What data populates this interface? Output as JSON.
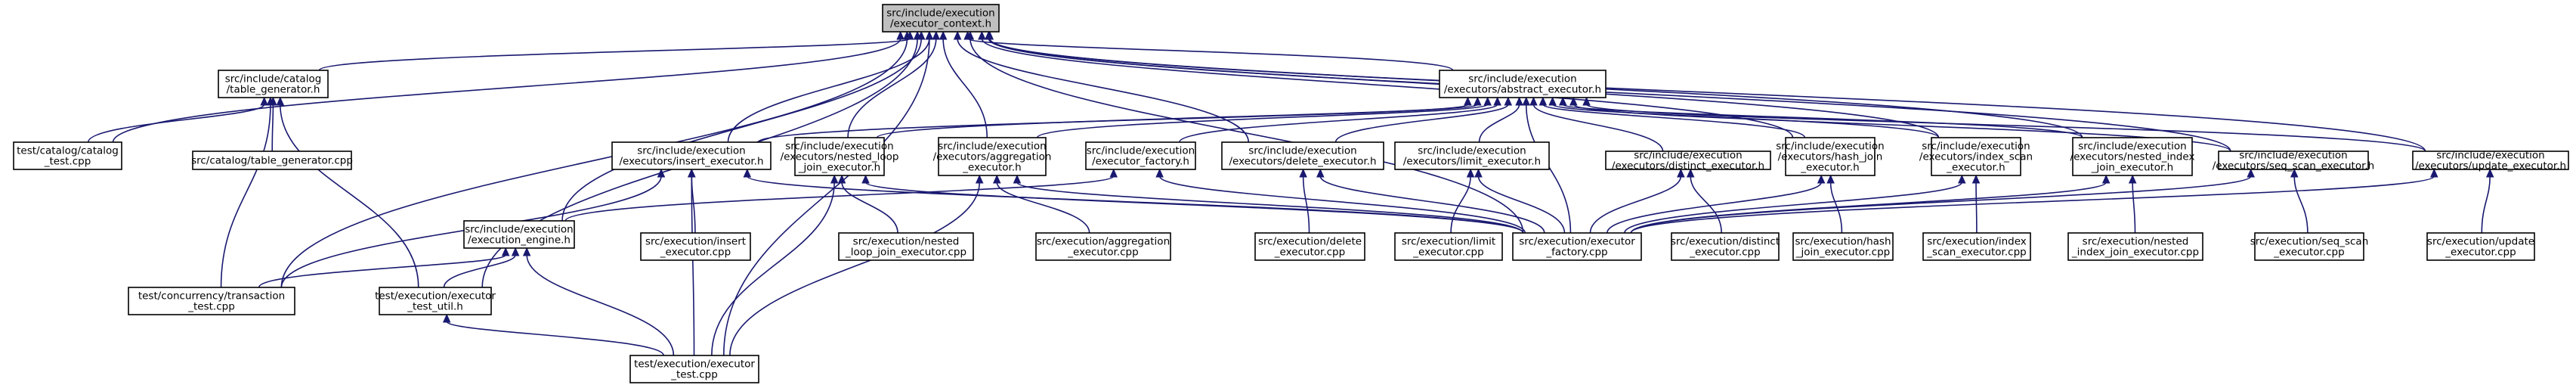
{
  "nodes": [
    {
      "id": "ctx",
      "lines": [
        "src/include/execution",
        "/executor_context.h"
      ],
      "root": true
    },
    {
      "id": "tgen",
      "lines": [
        "src/include/catalog",
        "/table_generator.h"
      ]
    },
    {
      "id": "absexec",
      "lines": [
        "src/include/execution",
        "/executors/abstract_executor.h"
      ]
    },
    {
      "id": "cattest",
      "lines": [
        "test/catalog/catalog",
        "_test.cpp"
      ]
    },
    {
      "id": "tgencpp",
      "lines": [
        "src/catalog/table_generator.cpp"
      ]
    },
    {
      "id": "insert",
      "lines": [
        "src/include/execution",
        "/executors/insert_executor.h"
      ]
    },
    {
      "id": "nlj",
      "lines": [
        "src/include/execution",
        "/executors/nested_loop",
        "_join_executor.h"
      ]
    },
    {
      "id": "agg",
      "lines": [
        "src/include/execution",
        "/executors/aggregation",
        "_executor.h"
      ]
    },
    {
      "id": "factoryh",
      "lines": [
        "src/include/execution",
        "/executor_factory.h"
      ]
    },
    {
      "id": "delete",
      "lines": [
        "src/include/execution",
        "/executors/delete_executor.h"
      ]
    },
    {
      "id": "limit",
      "lines": [
        "src/include/execution",
        "/executors/limit_executor.h"
      ]
    },
    {
      "id": "distinct",
      "lines": [
        "src/include/execution",
        "/executors/distinct_executor.h"
      ]
    },
    {
      "id": "hashjoin",
      "lines": [
        "src/include/execution",
        "/executors/hash_join",
        "_executor.h"
      ]
    },
    {
      "id": "idxscan",
      "lines": [
        "src/include/execution",
        "/executors/index_scan",
        "_executor.h"
      ]
    },
    {
      "id": "nij",
      "lines": [
        "src/include/execution",
        "/executors/nested_index",
        "_join_executor.h"
      ]
    },
    {
      "id": "seqscan",
      "lines": [
        "src/include/execution",
        "/executors/seq_scan_executor.h"
      ]
    },
    {
      "id": "update",
      "lines": [
        "src/include/execution",
        "/executors/update_executor.h"
      ]
    },
    {
      "id": "engine",
      "lines": [
        "src/include/execution",
        "/execution_engine.h"
      ]
    },
    {
      "id": "insertcpp",
      "lines": [
        "src/execution/insert",
        "_executor.cpp"
      ]
    },
    {
      "id": "nljcpp",
      "lines": [
        "src/execution/nested",
        "_loop_join_executor.cpp"
      ]
    },
    {
      "id": "aggcpp",
      "lines": [
        "src/execution/aggregation",
        "_executor.cpp"
      ]
    },
    {
      "id": "deletecpp",
      "lines": [
        "src/execution/delete",
        "_executor.cpp"
      ]
    },
    {
      "id": "limitcpp",
      "lines": [
        "src/execution/limit",
        "_executor.cpp"
      ]
    },
    {
      "id": "factorycpp",
      "lines": [
        "src/execution/executor",
        "_factory.cpp"
      ]
    },
    {
      "id": "distinctcpp",
      "lines": [
        "src/execution/distinct",
        "_executor.cpp"
      ]
    },
    {
      "id": "hashcpp",
      "lines": [
        "src/execution/hash",
        "_join_executor.cpp"
      ]
    },
    {
      "id": "idxcpp",
      "lines": [
        "src/execution/index",
        "_scan_executor.cpp"
      ]
    },
    {
      "id": "nijcpp",
      "lines": [
        "src/execution/nested",
        "_index_join_executor.cpp"
      ]
    },
    {
      "id": "seqcpp",
      "lines": [
        "src/execution/seq_scan",
        "_executor.cpp"
      ]
    },
    {
      "id": "updatecpp",
      "lines": [
        "src/execution/update",
        "_executor.cpp"
      ]
    },
    {
      "id": "txntest",
      "lines": [
        "test/concurrency/transaction",
        "_test.cpp"
      ]
    },
    {
      "id": "testutil",
      "lines": [
        "test/execution/executor",
        "_test_util.h"
      ]
    },
    {
      "id": "exectest",
      "lines": [
        "test/execution/executor",
        "_test.cpp"
      ]
    }
  ],
  "edges": [
    [
      "tgen",
      "ctx"
    ],
    [
      "absexec",
      "ctx"
    ],
    [
      "cattest",
      "ctx"
    ],
    [
      "insert",
      "ctx"
    ],
    [
      "nlj",
      "ctx"
    ],
    [
      "agg",
      "ctx"
    ],
    [
      "delete",
      "ctx"
    ],
    [
      "hashjoin",
      "ctx"
    ],
    [
      "idxscan",
      "ctx"
    ],
    [
      "nij",
      "ctx"
    ],
    [
      "seqscan",
      "ctx"
    ],
    [
      "update",
      "ctx"
    ],
    [
      "engine",
      "ctx"
    ],
    [
      "txntest",
      "ctx"
    ],
    [
      "testutil",
      "ctx"
    ],
    [
      "exectest",
      "ctx"
    ],
    [
      "factorycpp",
      "ctx"
    ],
    [
      "cattest",
      "tgen"
    ],
    [
      "tgencpp",
      "tgen"
    ],
    [
      "txntest",
      "tgen"
    ],
    [
      "testutil",
      "tgen"
    ],
    [
      "insert",
      "absexec"
    ],
    [
      "nlj",
      "absexec"
    ],
    [
      "agg",
      "absexec"
    ],
    [
      "factoryh",
      "absexec"
    ],
    [
      "delete",
      "absexec"
    ],
    [
      "limit",
      "absexec"
    ],
    [
      "distinct",
      "absexec"
    ],
    [
      "hashjoin",
      "absexec"
    ],
    [
      "idxscan",
      "absexec"
    ],
    [
      "nij",
      "absexec"
    ],
    [
      "seqscan",
      "absexec"
    ],
    [
      "update",
      "absexec"
    ],
    [
      "factorycpp",
      "absexec"
    ],
    [
      "insertcpp",
      "insert"
    ],
    [
      "factorycpp",
      "insert"
    ],
    [
      "txntest",
      "insert"
    ],
    [
      "exectest",
      "insert"
    ],
    [
      "nljcpp",
      "nlj"
    ],
    [
      "factorycpp",
      "nlj"
    ],
    [
      "exectest",
      "nlj"
    ],
    [
      "aggcpp",
      "agg"
    ],
    [
      "factorycpp",
      "agg"
    ],
    [
      "exectest",
      "agg"
    ],
    [
      "engine",
      "factoryh"
    ],
    [
      "factorycpp",
      "factoryh"
    ],
    [
      "deletecpp",
      "delete"
    ],
    [
      "factorycpp",
      "delete"
    ],
    [
      "limitcpp",
      "limit"
    ],
    [
      "factorycpp",
      "limit"
    ],
    [
      "distinctcpp",
      "distinct"
    ],
    [
      "factorycpp",
      "distinct"
    ],
    [
      "hashcpp",
      "hashjoin"
    ],
    [
      "factorycpp",
      "hashjoin"
    ],
    [
      "idxcpp",
      "idxscan"
    ],
    [
      "factorycpp",
      "idxscan"
    ],
    [
      "nijcpp",
      "nij"
    ],
    [
      "factorycpp",
      "nij"
    ],
    [
      "seqcpp",
      "seqscan"
    ],
    [
      "factorycpp",
      "seqscan"
    ],
    [
      "updatecpp",
      "update"
    ],
    [
      "factorycpp",
      "update"
    ],
    [
      "txntest",
      "engine"
    ],
    [
      "testutil",
      "engine"
    ],
    [
      "exectest",
      "engine"
    ],
    [
      "exectest",
      "testutil"
    ]
  ],
  "colors": {
    "edge": "#191970",
    "root_fill": "#bfbfbf",
    "node_fill": "#ffffff",
    "border": "#000000"
  }
}
